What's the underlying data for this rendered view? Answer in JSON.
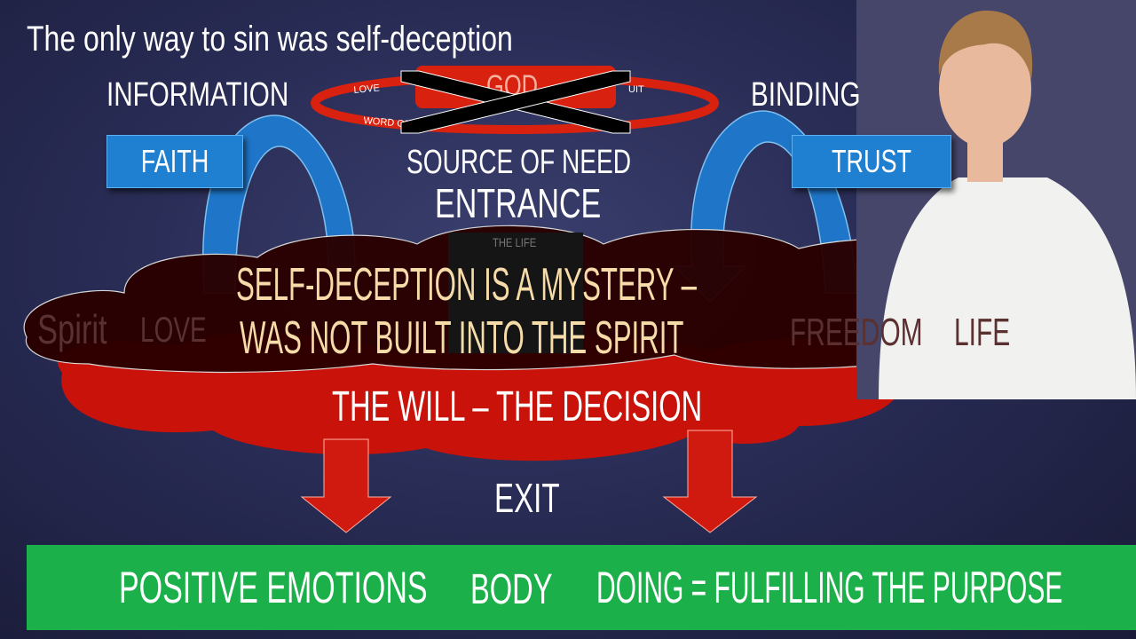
{
  "title": "The only way to sin was self-deception",
  "top_left_label": "INFORMATION",
  "top_right_label": "BINDING",
  "faith_box": "FAITH",
  "trust_box": "TRUST",
  "god_ring": {
    "center": "GOD",
    "labels": [
      "LOVE",
      "WORD OF",
      "UIT"
    ]
  },
  "source": "SOURCE OF NEED",
  "entrance": "ENTRANCE",
  "faded_words": [
    "Spirit",
    "LOVE",
    "THE LIFE",
    "FREEDOM",
    "LIFE"
  ],
  "mystery_line1": "SELF-DECEPTION IS A MYSTERY –",
  "mystery_line2": "WAS NOT BUILT INTO THE SPIRIT",
  "will": "THE WILL – THE DECISION",
  "exit": "EXIT",
  "bottom_bar": {
    "left": "POSITIVE EMOTIONS",
    "middle": "BODY",
    "right": "DOING = FULFILLING THE PURPOSE"
  },
  "colors": {
    "red": "#d01a10",
    "blue": "#1f7fd0",
    "green": "#1cb04a",
    "darkred": "#2a0000"
  }
}
